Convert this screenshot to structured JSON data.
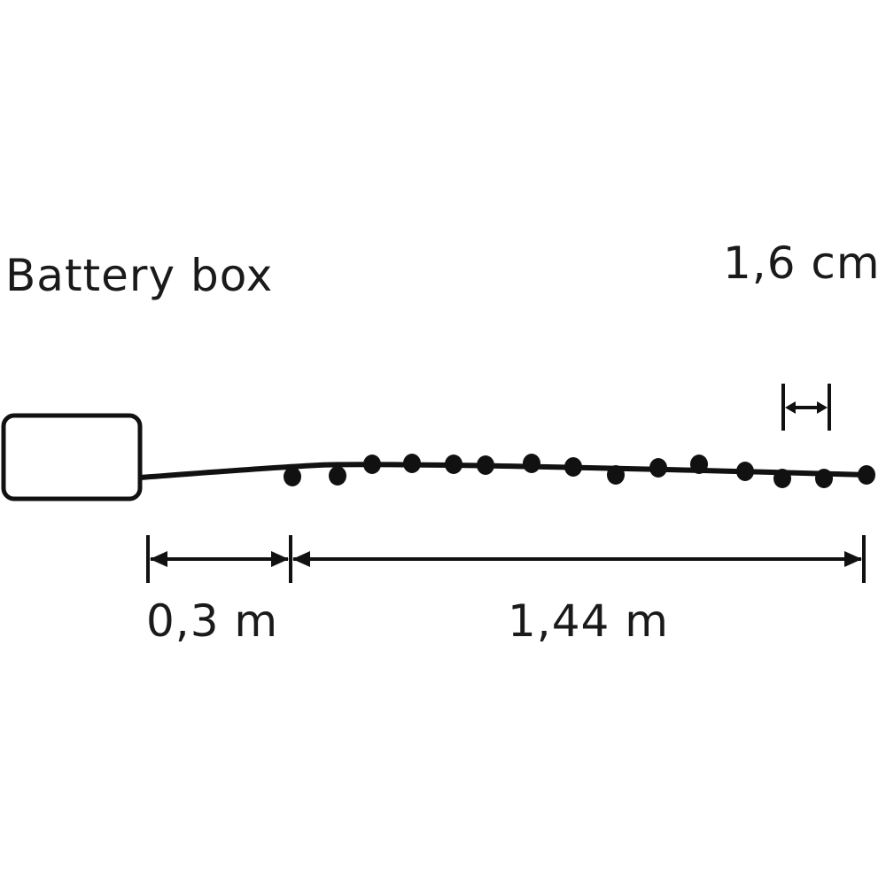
{
  "labels": {
    "battery_box": "Battery box",
    "led_spacing": "1,6 cm",
    "lead_length": "0,3 m",
    "lit_length": "1,44 m"
  },
  "diagram": {
    "led_count": 15,
    "line_color": "#111111"
  }
}
